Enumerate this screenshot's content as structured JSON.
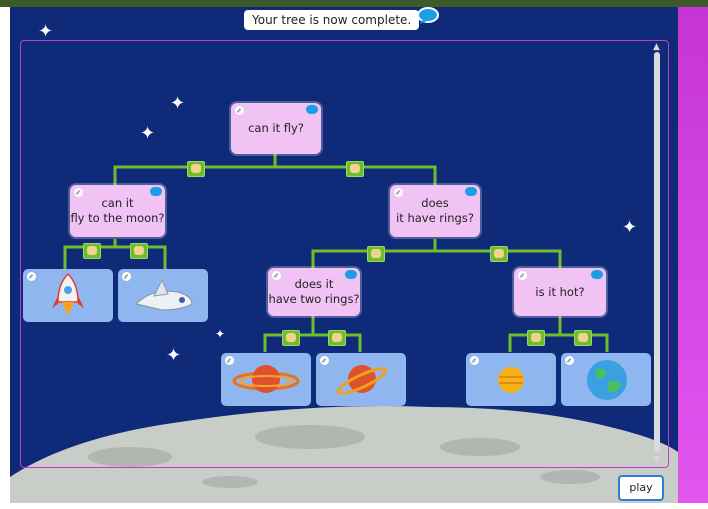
{
  "toast": {
    "message": "Your tree is now complete."
  },
  "tree": {
    "root": {
      "line1": "can it fly?",
      "line2": ""
    },
    "left_question": {
      "line1": "can it",
      "line2": "fly to the moon?"
    },
    "right_question": {
      "line1": "does",
      "line2": "it have rings?"
    },
    "rings_question": {
      "line1": "does it",
      "line2": "have two rings?"
    },
    "hot_question": {
      "line1": "is it hot?",
      "line2": ""
    },
    "leaves": [
      {
        "name": "rocket",
        "icon": "rocket-icon"
      },
      {
        "name": "space-shuttle",
        "icon": "space-shuttle-icon"
      },
      {
        "name": "planet-two-rings",
        "icon": "ringed-planet-icon"
      },
      {
        "name": "planet-one-ring",
        "icon": "saturn-icon"
      },
      {
        "name": "sun",
        "icon": "sun-planet-icon"
      },
      {
        "name": "earth",
        "icon": "earth-icon"
      }
    ]
  },
  "controls": {
    "play_label": "play"
  },
  "colors": {
    "sky": "#0f2a78",
    "node": "#f0c3f4",
    "leaf": "#8fb6ee",
    "connector": "#6cbf2a",
    "accent": "#c635d3"
  }
}
